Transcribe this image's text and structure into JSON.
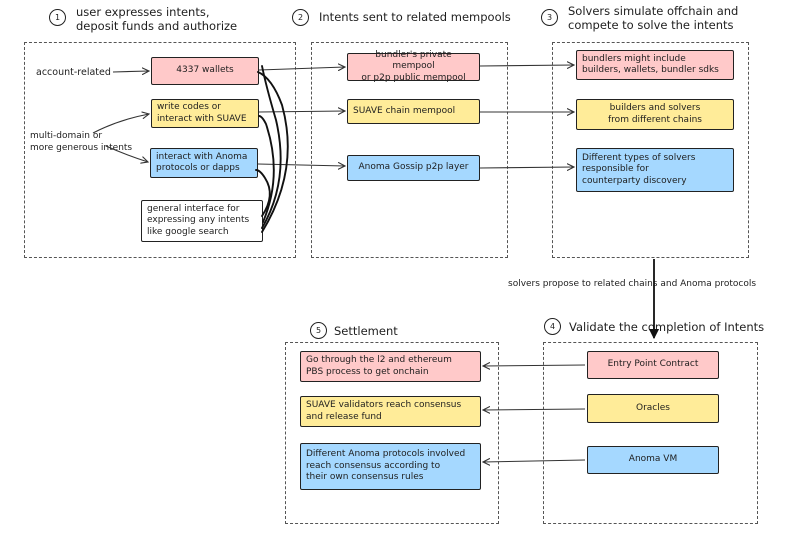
{
  "steps": {
    "s1": {
      "num": "1",
      "title": "user expresses intents,\ndeposit funds and authorize"
    },
    "s2": {
      "num": "2",
      "title": "Intents sent to related mempools"
    },
    "s3": {
      "num": "3",
      "title": "Solvers simulate offchain and\ncompete to solve the intents"
    },
    "s4": {
      "num": "4",
      "title": "Validate the completion of Intents"
    },
    "s5": {
      "num": "5",
      "title": "Settlement"
    }
  },
  "labels": {
    "account_related": "account-related",
    "multi_domain": "multi-domain or\nmore generous intents",
    "solvers_propose": "solvers propose to related chains and Anoma protocols"
  },
  "boxes": {
    "wallets_4337": "4337 wallets",
    "write_codes": "write codes or\ninteract with SUAVE",
    "interact_anoma": "interact with Anoma\nprotocols or dapps",
    "general_interface": "general interface for\nexpressing any intents\nlike google search",
    "bundler_mempool": "bundler's private mempool\nor p2p public mempool",
    "suave_mempool": "SUAVE chain mempool",
    "anoma_gossip": "Anoma Gossip p2p layer",
    "bundlers_include": "bundlers might include\nbuilders, wallets, bundler sdks",
    "builders_solvers": "builders and solvers\nfrom different chains",
    "solver_types": "Different types of solvers\nresponsible for\ncounterparty discovery",
    "entry_point": "Entry Point Contract",
    "oracles": "Oracles",
    "anoma_vm": "Anoma VM",
    "pbs_process": "Go through the l2 and ethereum\nPBS process to get onchain",
    "suave_validators": "SUAVE validators reach consensus\nand release fund",
    "anoma_consensus": "Different Anoma protocols involved\nreach consensus according to\ntheir own consensus rules"
  },
  "colors": {
    "pink": "#ffc9c9",
    "yellow": "#ffec99",
    "blue": "#a5d8ff",
    "stroke": "#1e1e1e"
  }
}
